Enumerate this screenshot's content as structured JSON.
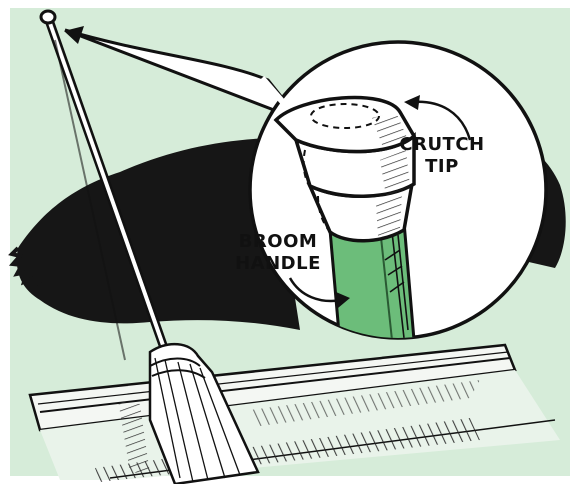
{
  "illustration": {
    "labels": {
      "crutch_line1": "CRUTCH",
      "crutch_line2": "TIP",
      "broom_line1": "BROOM",
      "broom_line2": "HANDLE"
    },
    "colors": {
      "background": "#d6ecd9",
      "shadow": "#1a1a1a",
      "broom_handle_green": "#6cbd7a",
      "ink": "#111111",
      "paper": "#ffffff"
    }
  }
}
